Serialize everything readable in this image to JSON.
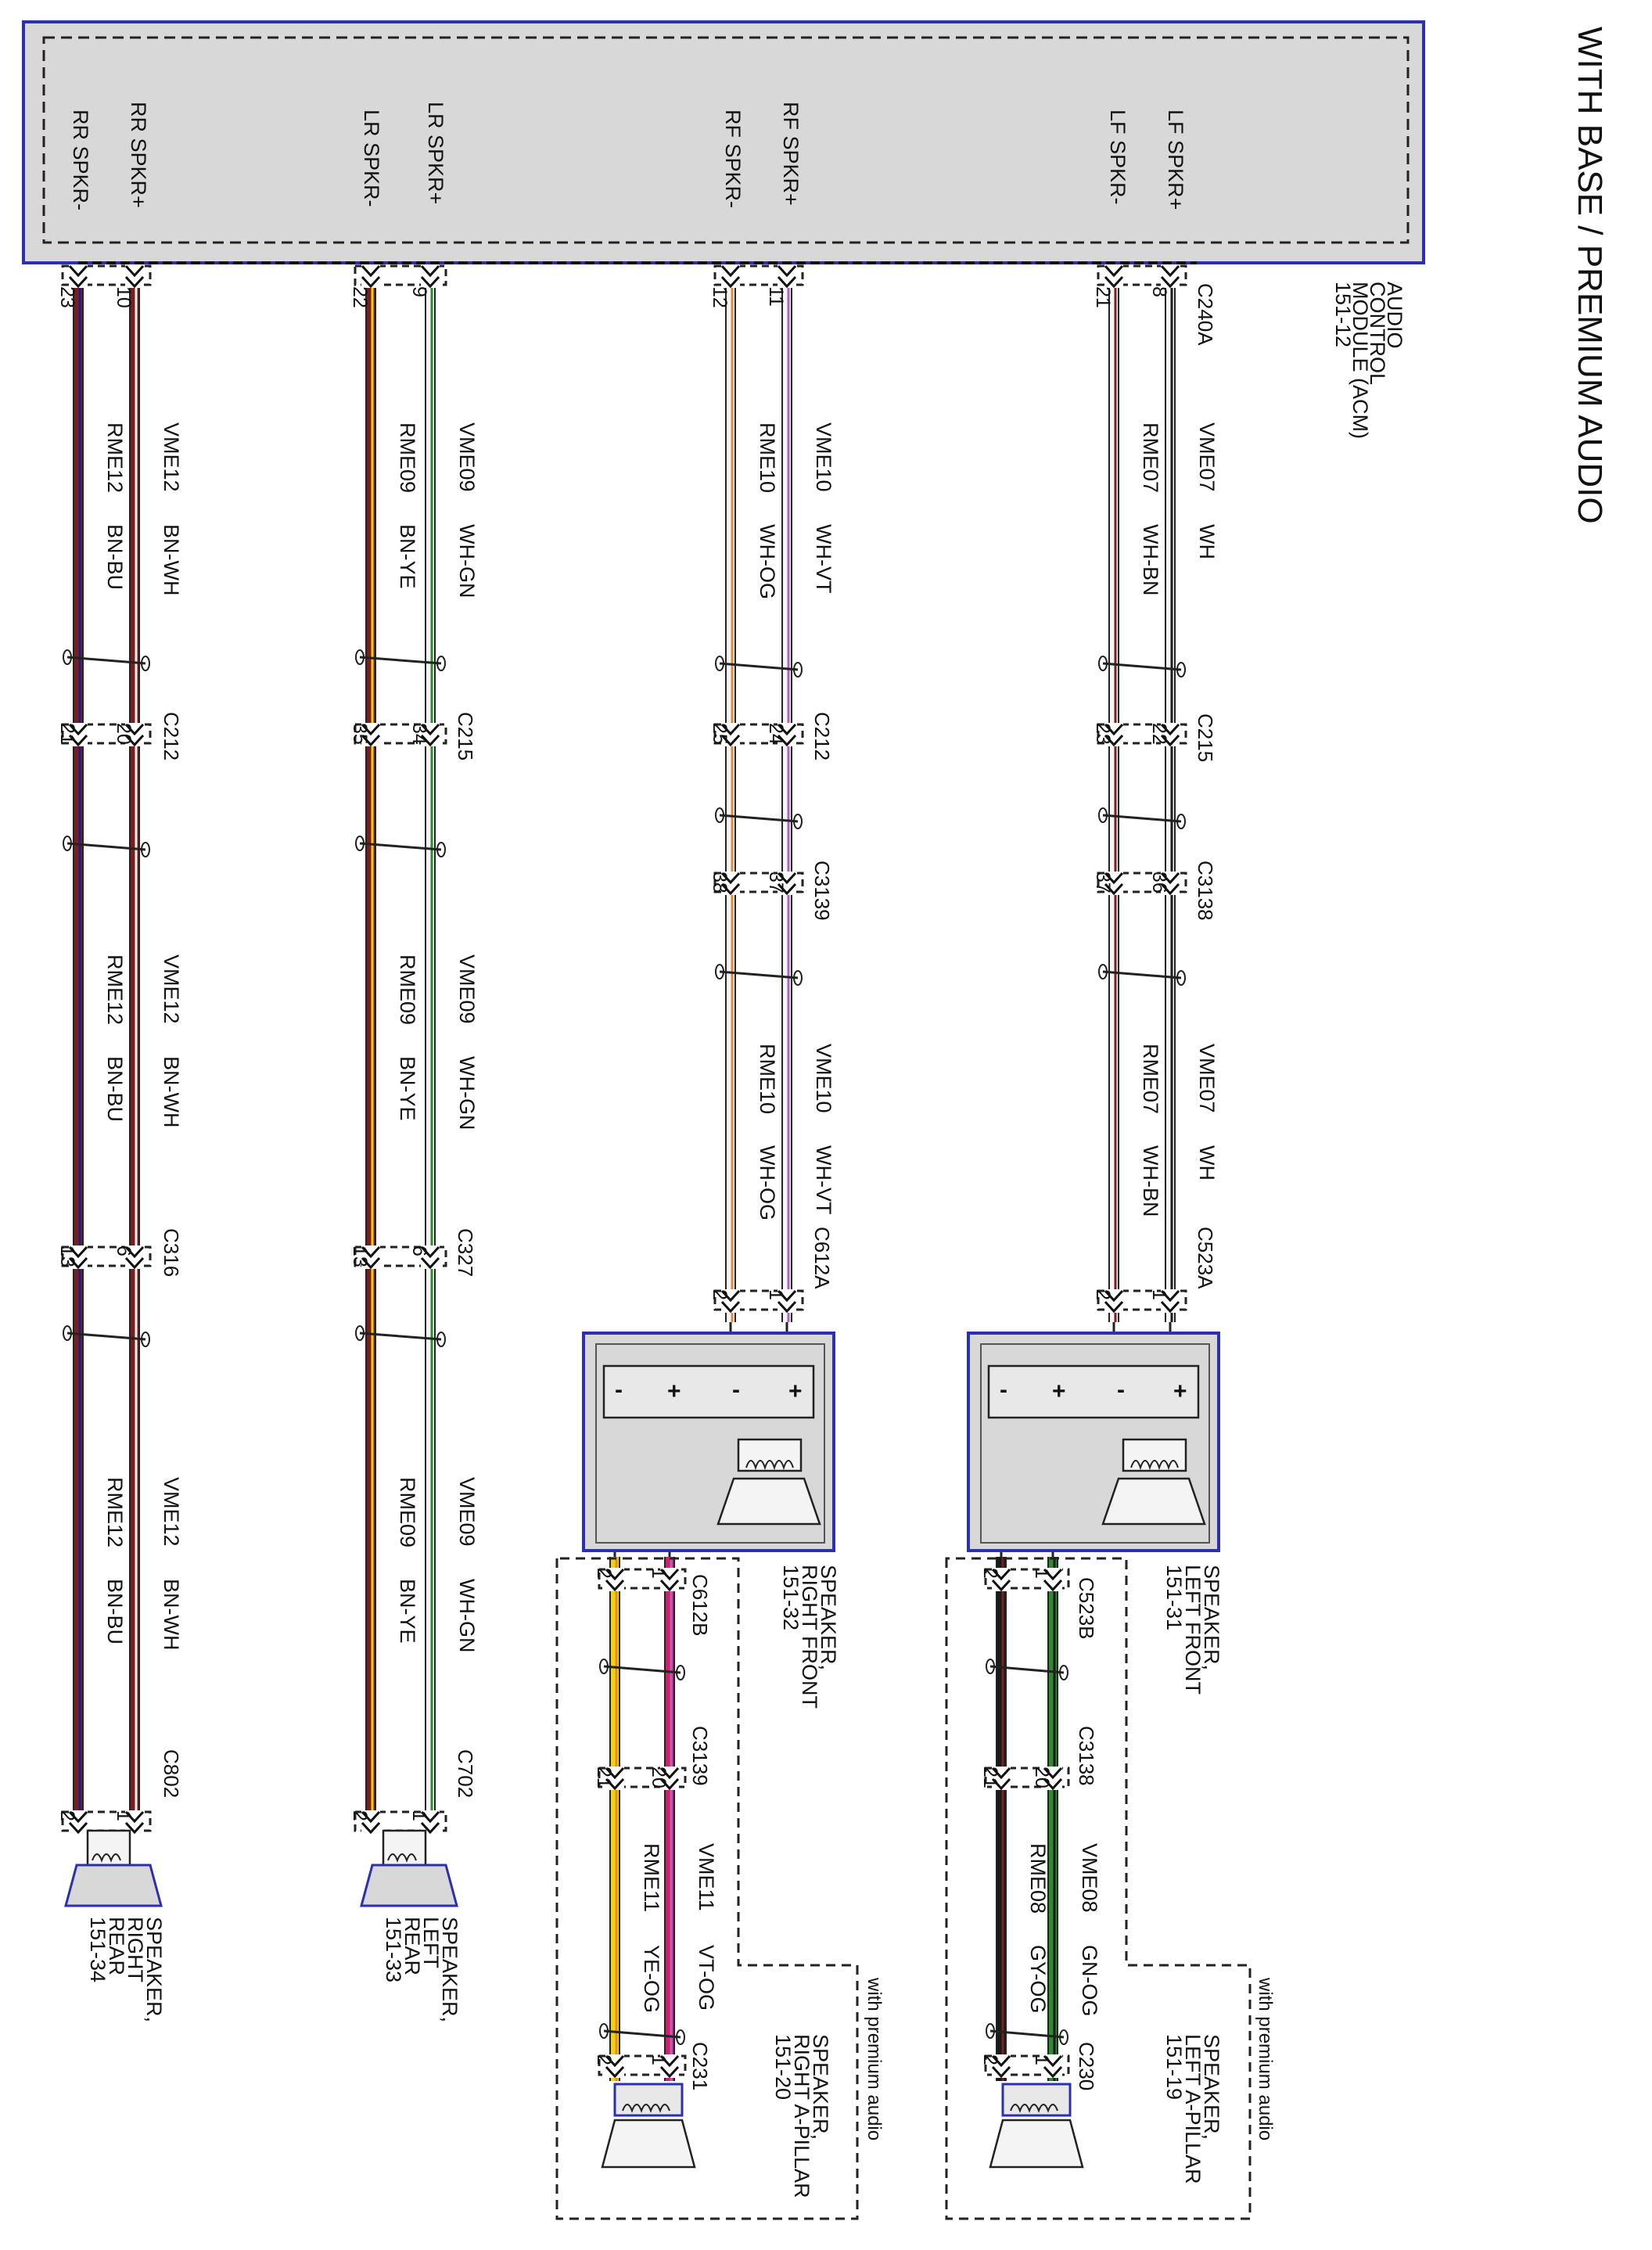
{
  "title": "WITH BASE / PREMIUM AUDIO",
  "module": {
    "lines": [
      "AUDIO",
      "CONTROL",
      "MODULE (ACM)",
      "151-12"
    ],
    "terminals": [
      "LF SPKR+",
      "LF SPKR-",
      "RF SPKR+",
      "RF SPKR-",
      "LR SPKR+",
      "LR SPKR-",
      "RR SPKR+",
      "RR SPKR-"
    ]
  },
  "speakers": {
    "left_front": [
      "SPEAKER,",
      "LEFT FRONT",
      "151-31"
    ],
    "right_front": [
      "SPEAKER,",
      "RIGHT FRONT",
      "151-32"
    ],
    "left_rear": [
      "SPEAKER,",
      "LEFT",
      "REAR",
      "151-33"
    ],
    "right_rear": [
      "SPEAKER,",
      "RIGHT",
      "REAR",
      "151-34"
    ],
    "left_a_pillar": [
      "SPEAKER,",
      "LEFT A-PILLAR",
      "151-19"
    ],
    "right_a_pillar": [
      "SPEAKER,",
      "RIGHT A-PILLAR",
      "151-20"
    ]
  },
  "premium_note": "with premium audio",
  "connectors": {
    "lf": [
      "C240A",
      "C215",
      "C3138",
      "C523A"
    ],
    "rf": [
      "C212",
      "C3139",
      "C612A"
    ],
    "lr": [
      "C215",
      "C327",
      "C702"
    ],
    "rr": [
      "C212",
      "C316",
      "C802"
    ],
    "lpa": [
      "C523B",
      "C3138",
      "C230"
    ],
    "rpa": [
      "C612B",
      "C3139",
      "C231"
    ]
  },
  "pins": {
    "lf_pos": [
      "8",
      "22",
      "36",
      "1"
    ],
    "lf_neg": [
      "21",
      "23",
      "37",
      "2"
    ],
    "rf_pos": [
      "11",
      "24",
      "37",
      "1"
    ],
    "rf_neg": [
      "12",
      "25",
      "38",
      "2"
    ],
    "lr_pos": [
      "9",
      "34",
      "6",
      "1"
    ],
    "lr_neg": [
      "22",
      "35",
      "13",
      "2"
    ],
    "rr_pos": [
      "10",
      "20",
      "6",
      "1"
    ],
    "rr_neg": [
      "23",
      "21",
      "13",
      "2"
    ],
    "lpa_pos": [
      "1",
      "20",
      "1"
    ],
    "lpa_neg": [
      "2",
      "21",
      "2"
    ],
    "rpa_pos": [
      "1",
      "20",
      "1"
    ],
    "rpa_neg": [
      "2",
      "21",
      "2"
    ]
  },
  "wires": {
    "lf_pos": {
      "circuit": "VME07",
      "color": "WH"
    },
    "lf_neg": {
      "circuit": "RME07",
      "color": "WH-BN"
    },
    "rf_pos": {
      "circuit": "VME10",
      "color": "WH-VT"
    },
    "rf_neg": {
      "circuit": "RME10",
      "color": "WH-OG"
    },
    "lr_pos": {
      "circuit": "VME09",
      "color": "WH-GN"
    },
    "lr_neg": {
      "circuit": "RME09",
      "color": "BN-YE"
    },
    "rr_pos": {
      "circuit": "VME12",
      "color": "BN-WH"
    },
    "rr_neg": {
      "circuit": "RME12",
      "color": "BN-BU"
    },
    "lpa_pos": {
      "circuit": "VME08",
      "color": "GN-OG"
    },
    "lpa_neg": {
      "circuit": "RME08",
      "color": "GY-OG"
    },
    "rpa_pos": {
      "circuit": "VME11",
      "color": "VT-OG"
    },
    "rpa_neg": {
      "circuit": "RME11",
      "color": "YE-OG"
    }
  },
  "polarity": {
    "plus": "+",
    "minus": "-"
  },
  "colors": {
    "frame": "#2b2fb0",
    "module_fill": "#d8d8d8",
    "white": "#f4f4f4",
    "brown": "#7a1f1f",
    "blue": "#1c1c8a",
    "violet": "#b060c8",
    "orange": "#e08a3a",
    "green": "#2e8a2e",
    "yellow": "#f2d400",
    "magenta": "#d0206a",
    "gray": "#8a8a8a",
    "black": "#1a1a1a"
  }
}
